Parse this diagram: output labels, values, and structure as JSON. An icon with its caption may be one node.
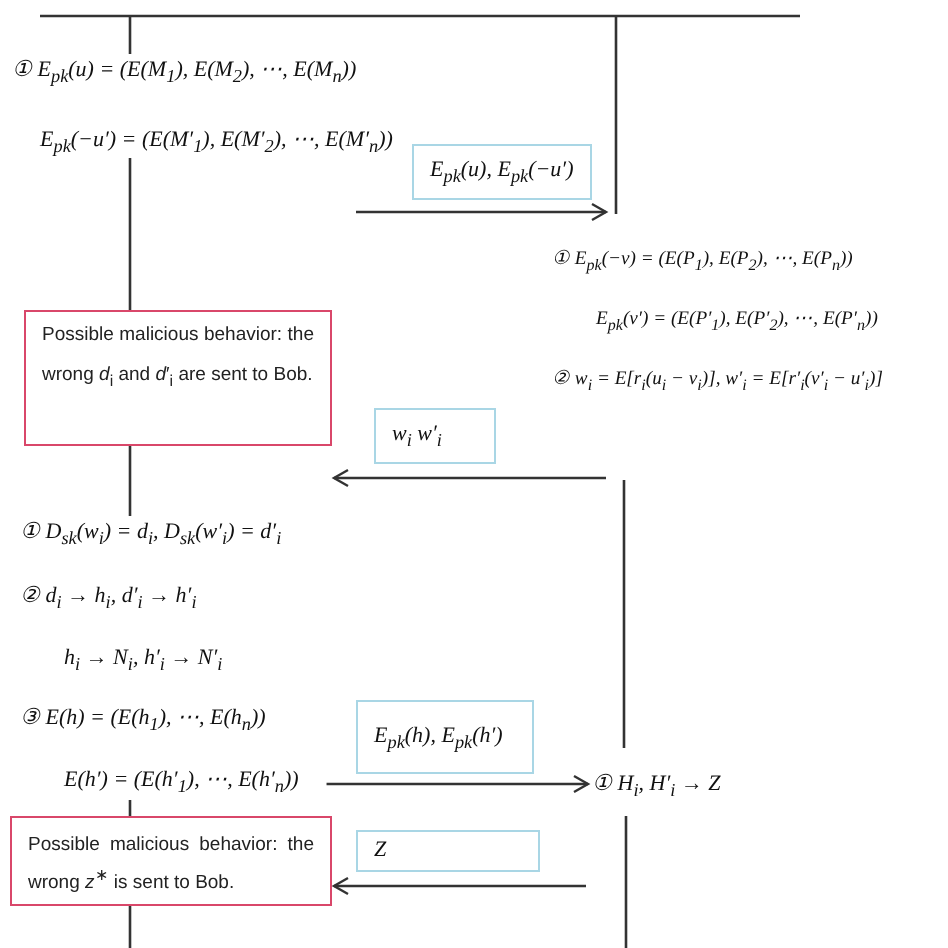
{
  "diagram": {
    "nodes": [
      {
        "text": [
          "① E$_{pk}$(u) = (E(M$_{1}$), E(M$_{2}$), ⋯, E(M$_{n}$))"
        ]
      },
      {
        "text": [
          "E$_{pk}$(−u′) = (E(M′$_{1}$), E(M′$_{2}$), ⋯, E(M′$_{n}$))"
        ]
      },
      {
        "text": [
          "E$_{pk}$(u), E$_{pk}$(−u′)"
        ]
      },
      {
        "text": [
          "① E$_{pk}$(−v) = (E(P$_{1}$), E(P$_{2}$), ⋯, E(P$_{n}$))"
        ]
      },
      {
        "text": [
          "E$_{pk}$(v′) = (E(P′$_{1}$), E(P′$_{2}$), ⋯, E(P′$_{n}$))"
        ]
      },
      {
        "text": [
          "② w$_{i}$ = E[r$_{i}$(u$_{i}$ − v$_{i}$)], w′$_{i}$ = E[r′$_{i}$(v′$_{i}$ − u′$_{i}$)]"
        ]
      },
      {
        "text": [
          "Possible malicious behavior: the wrong *d*$_{i}$ and *d*′$_{i}$ are sent to Bob."
        ]
      },
      {
        "text": [
          "w$_{i}$ w′$_{i}$"
        ]
      },
      {
        "text": [
          "① D$_{sk}$(w$_{i}$) = d$_{i}$, D$_{sk}$(w′$_{i}$) = d′$_{i}$"
        ]
      },
      {
        "text": [
          "② d$_{i}$ → h$_{i}$, d′$_{i}$ → h′$_{i}$"
        ]
      },
      {
        "text": [
          "h$_{i}$ → N$_{i}$, h′$_{i}$ → N′$_{i}$"
        ]
      },
      {
        "text": [
          "③ E(h) = (E(h$_{1}$), ⋯, E(h$_{n}$))"
        ]
      },
      {
        "text": [
          "E(h′) = (E(h′$_{1}$), ⋯, E(h′$_{n}$))"
        ]
      },
      {
        "text": [
          "E$_{pk}$(h), E$_{pk}$(h′)"
        ]
      },
      {
        "text": [
          "① H$_{i}$, H′$_{i}$ → Z"
        ]
      },
      {
        "text": [
          "Possible malicious behavior: the wrong *z*$^{∗}$ is sent to Bob."
        ]
      },
      {
        "text": [
          "Z"
        ]
      }
    ],
    "edges": [
      {
        "from": null,
        "to": 0,
        "arrow": "none"
      },
      {
        "from": 1,
        "to": 6,
        "arrow": "none"
      },
      {
        "from": null,
        "to": 3,
        "arrow": "to"
      },
      {
        "from": 6,
        "to": 8,
        "arrow": "none"
      },
      {
        "from": null,
        "to": 6,
        "arrow": "to"
      },
      {
        "from": null,
        "to": 14,
        "arrow": "none"
      },
      {
        "from": 12,
        "to": 14,
        "arrow": "to"
      },
      {
        "from": 12,
        "to": 15,
        "arrow": "none"
      },
      {
        "from": 14,
        "to": null,
        "arrow": "none"
      },
      {
        "from": null,
        "to": 15,
        "arrow": "to"
      },
      {
        "from": 15,
        "to": null,
        "arrow": "none"
      }
    ]
  }
}
